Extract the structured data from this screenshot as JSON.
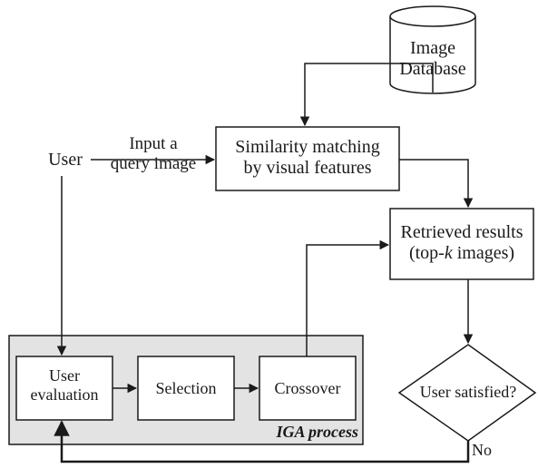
{
  "nodes": {
    "image_database": [
      "Image",
      "Database"
    ],
    "similarity_matching": [
      "Similarity matching",
      "by visual features"
    ],
    "retrieved_results": {
      "line1": "Retrieved results",
      "line2_prefix": "(top-",
      "line2_var": "k",
      "line2_suffix": " images)"
    },
    "user": "User",
    "user_evaluation": [
      "User",
      "evaluation"
    ],
    "selection": "Selection",
    "crossover": "Crossover",
    "user_satisfied": "User satisfied?",
    "iga_process": "IGA process"
  },
  "edges": {
    "input_query": [
      "Input a",
      "query image"
    ],
    "no_label": "No"
  },
  "colors": {
    "stroke": "#1a1a1a",
    "iga_panel_fill": "#e3e3e3",
    "box_fill": "#ffffff"
  }
}
